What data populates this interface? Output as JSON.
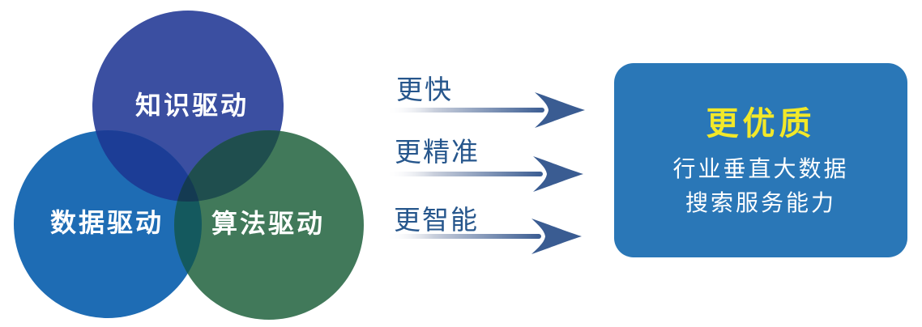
{
  "venn": {
    "circles": [
      {
        "id": "knowledge",
        "label": "知识驱动",
        "color": "#3B4FA1"
      },
      {
        "id": "data",
        "label": "数据驱动",
        "color": "#1E6CB4"
      },
      {
        "id": "algorithm",
        "label": "算法驱动",
        "color": "#41795A"
      }
    ],
    "overlap_colors": {
      "knowledge_data": "#1C3D96",
      "knowledge_algorithm": "#1F4E4E",
      "data_algorithm": "#14595E",
      "center": "#143A52"
    }
  },
  "arrows": [
    {
      "label": "更快"
    },
    {
      "label": "更精准"
    },
    {
      "label": "更智能"
    }
  ],
  "arrow_style": {
    "head_color": "#3A5C92",
    "label_color": "#26568C"
  },
  "result_box": {
    "title": "更优质",
    "title_color": "#F2E829",
    "line1": "行业垂直大数据",
    "line2": "搜索服务能力",
    "background": "#2A77B7",
    "text_color": "#FFFFFF"
  }
}
